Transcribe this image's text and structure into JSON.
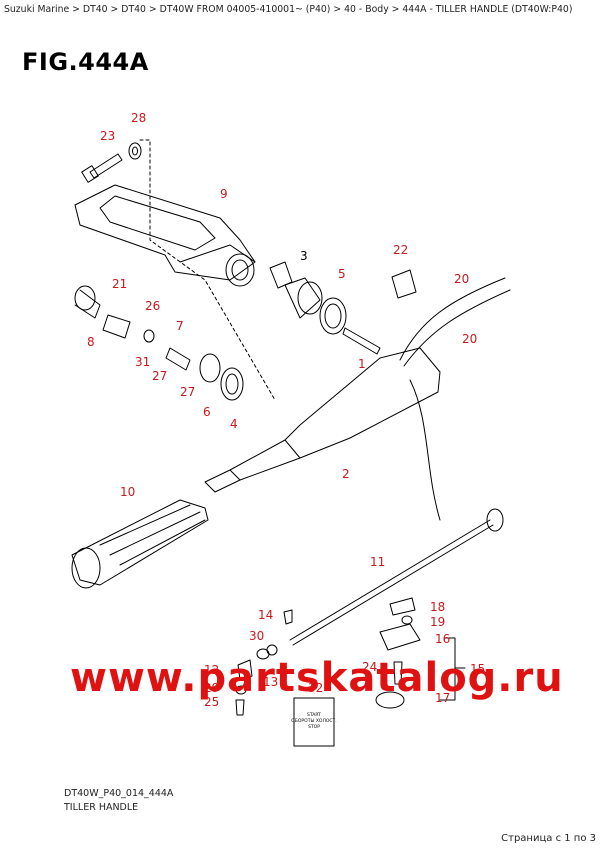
{
  "breadcrumb": "Suzuki Marine > DT40 > DT40 > DT40W FROM 04005-410001~ (P40) > 40 - Body > 444A - TILLER HANDLE (DT40W:P40)",
  "figure_title": "FIG.444A",
  "drawing_code": "DT40W_P40_014_444A",
  "caption": "TILLER HANDLE",
  "pager": "Страница с 1 по 3",
  "watermark": "www.partskatalog.ru",
  "label_plate_lines": [
    "START",
    "ОБОРОТЫ ХОЛОСТ.",
    "STOP"
  ],
  "callouts": [
    {
      "id": "c23",
      "text": "23",
      "color": "red"
    },
    {
      "id": "c28",
      "text": "28",
      "color": "red"
    },
    {
      "id": "c9",
      "text": "9",
      "color": "red"
    },
    {
      "id": "c3",
      "text": "3",
      "color": "black"
    },
    {
      "id": "c5",
      "text": "5",
      "color": "red"
    },
    {
      "id": "c22",
      "text": "22",
      "color": "red"
    },
    {
      "id": "c20a",
      "text": "20",
      "color": "red"
    },
    {
      "id": "c20b",
      "text": "20",
      "color": "red"
    },
    {
      "id": "c21",
      "text": "21",
      "color": "red"
    },
    {
      "id": "c26",
      "text": "26",
      "color": "red"
    },
    {
      "id": "c7",
      "text": "7",
      "color": "red"
    },
    {
      "id": "c8",
      "text": "8",
      "color": "red"
    },
    {
      "id": "c31",
      "text": "31",
      "color": "red"
    },
    {
      "id": "c27a",
      "text": "27",
      "color": "red"
    },
    {
      "id": "c27b",
      "text": "27",
      "color": "red"
    },
    {
      "id": "c1",
      "text": "1",
      "color": "red"
    },
    {
      "id": "c6",
      "text": "6",
      "color": "red"
    },
    {
      "id": "c4",
      "text": "4",
      "color": "red"
    },
    {
      "id": "c2",
      "text": "2",
      "color": "red"
    },
    {
      "id": "c10",
      "text": "10",
      "color": "red"
    },
    {
      "id": "c11",
      "text": "11",
      "color": "red"
    },
    {
      "id": "c14",
      "text": "14",
      "color": "red"
    },
    {
      "id": "c18",
      "text": "18",
      "color": "red"
    },
    {
      "id": "c19",
      "text": "19",
      "color": "red"
    },
    {
      "id": "c30",
      "text": "30",
      "color": "red"
    },
    {
      "id": "c16",
      "text": "16",
      "color": "red"
    },
    {
      "id": "c12",
      "text": "12",
      "color": "red"
    },
    {
      "id": "c13",
      "text": "13",
      "color": "red"
    },
    {
      "id": "c24",
      "text": "24",
      "color": "red"
    },
    {
      "id": "c15",
      "text": "15",
      "color": "red"
    },
    {
      "id": "c29",
      "text": "29",
      "color": "red"
    },
    {
      "id": "c32",
      "text": "32",
      "color": "red"
    },
    {
      "id": "c17",
      "text": "17",
      "color": "red"
    },
    {
      "id": "c25",
      "text": "25",
      "color": "red"
    }
  ]
}
